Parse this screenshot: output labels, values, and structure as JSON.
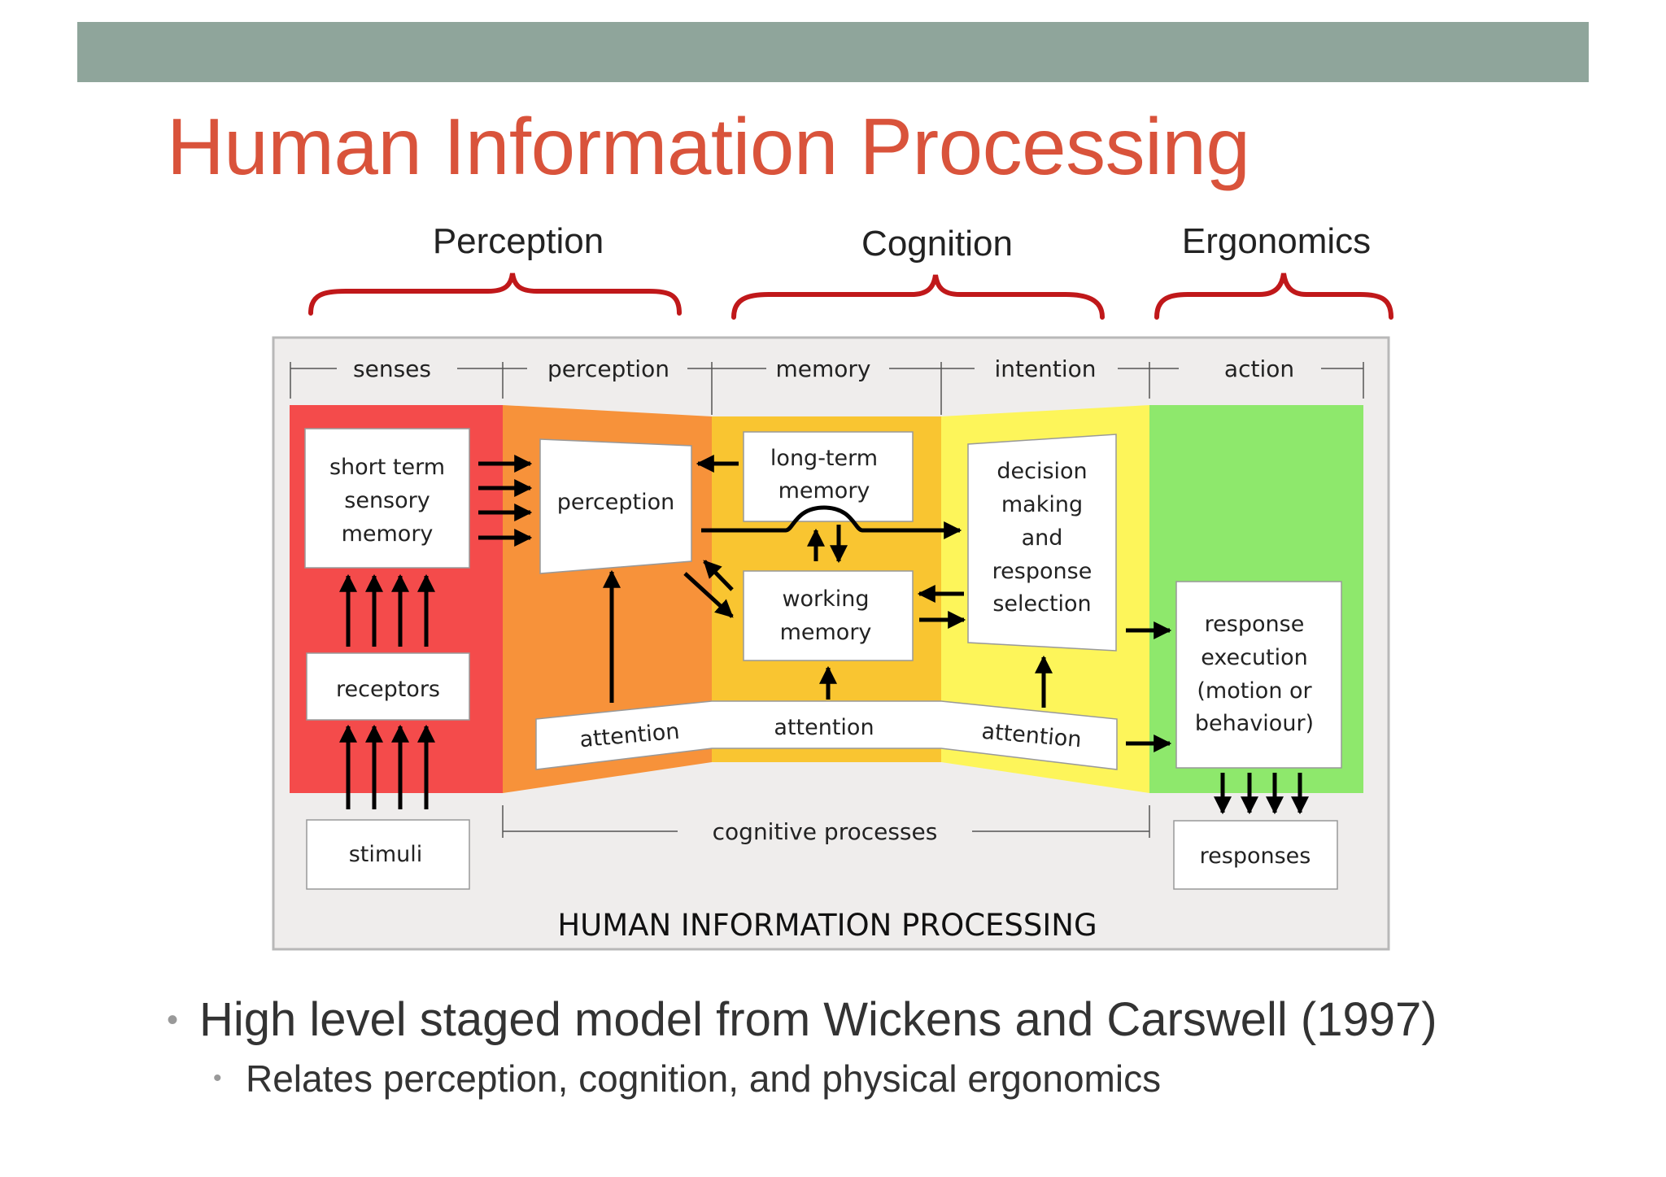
{
  "slide": {
    "title": "Human Information Processing",
    "brackets": [
      "Perception",
      "Cognition",
      "Ergonomics"
    ],
    "bullets": {
      "main": "High level staged model from Wickens and Carswell (1997)",
      "sub": "Relates perception, cognition, and physical ergonomics"
    }
  },
  "diagram": {
    "stages": [
      "senses",
      "perception",
      "memory",
      "intention",
      "action"
    ],
    "boxes": {
      "stm": [
        "short term",
        "sensory",
        "memory"
      ],
      "receptors": "receptors",
      "stimuli": "stimuli",
      "perception": "perception",
      "ltm": [
        "long-term",
        "memory"
      ],
      "wm": [
        "working",
        "memory"
      ],
      "decision": [
        "decision",
        "making",
        "and",
        "response",
        "selection"
      ],
      "response_exec": [
        "response",
        "execution",
        "(motion or",
        "behaviour)"
      ],
      "responses": "responses"
    },
    "attention": [
      "attention",
      "attention",
      "attention"
    ],
    "cognitive_processes": "cognitive processes",
    "title": "HUMAN INFORMATION PROCESSING",
    "colors": {
      "senses": "#f44b4b",
      "perception": "#f7923a",
      "memory": "#f9c531",
      "intention": "#fdf55a",
      "action": "#8ee86c",
      "bracket": "#c0181a",
      "title": "#d9533b"
    }
  }
}
